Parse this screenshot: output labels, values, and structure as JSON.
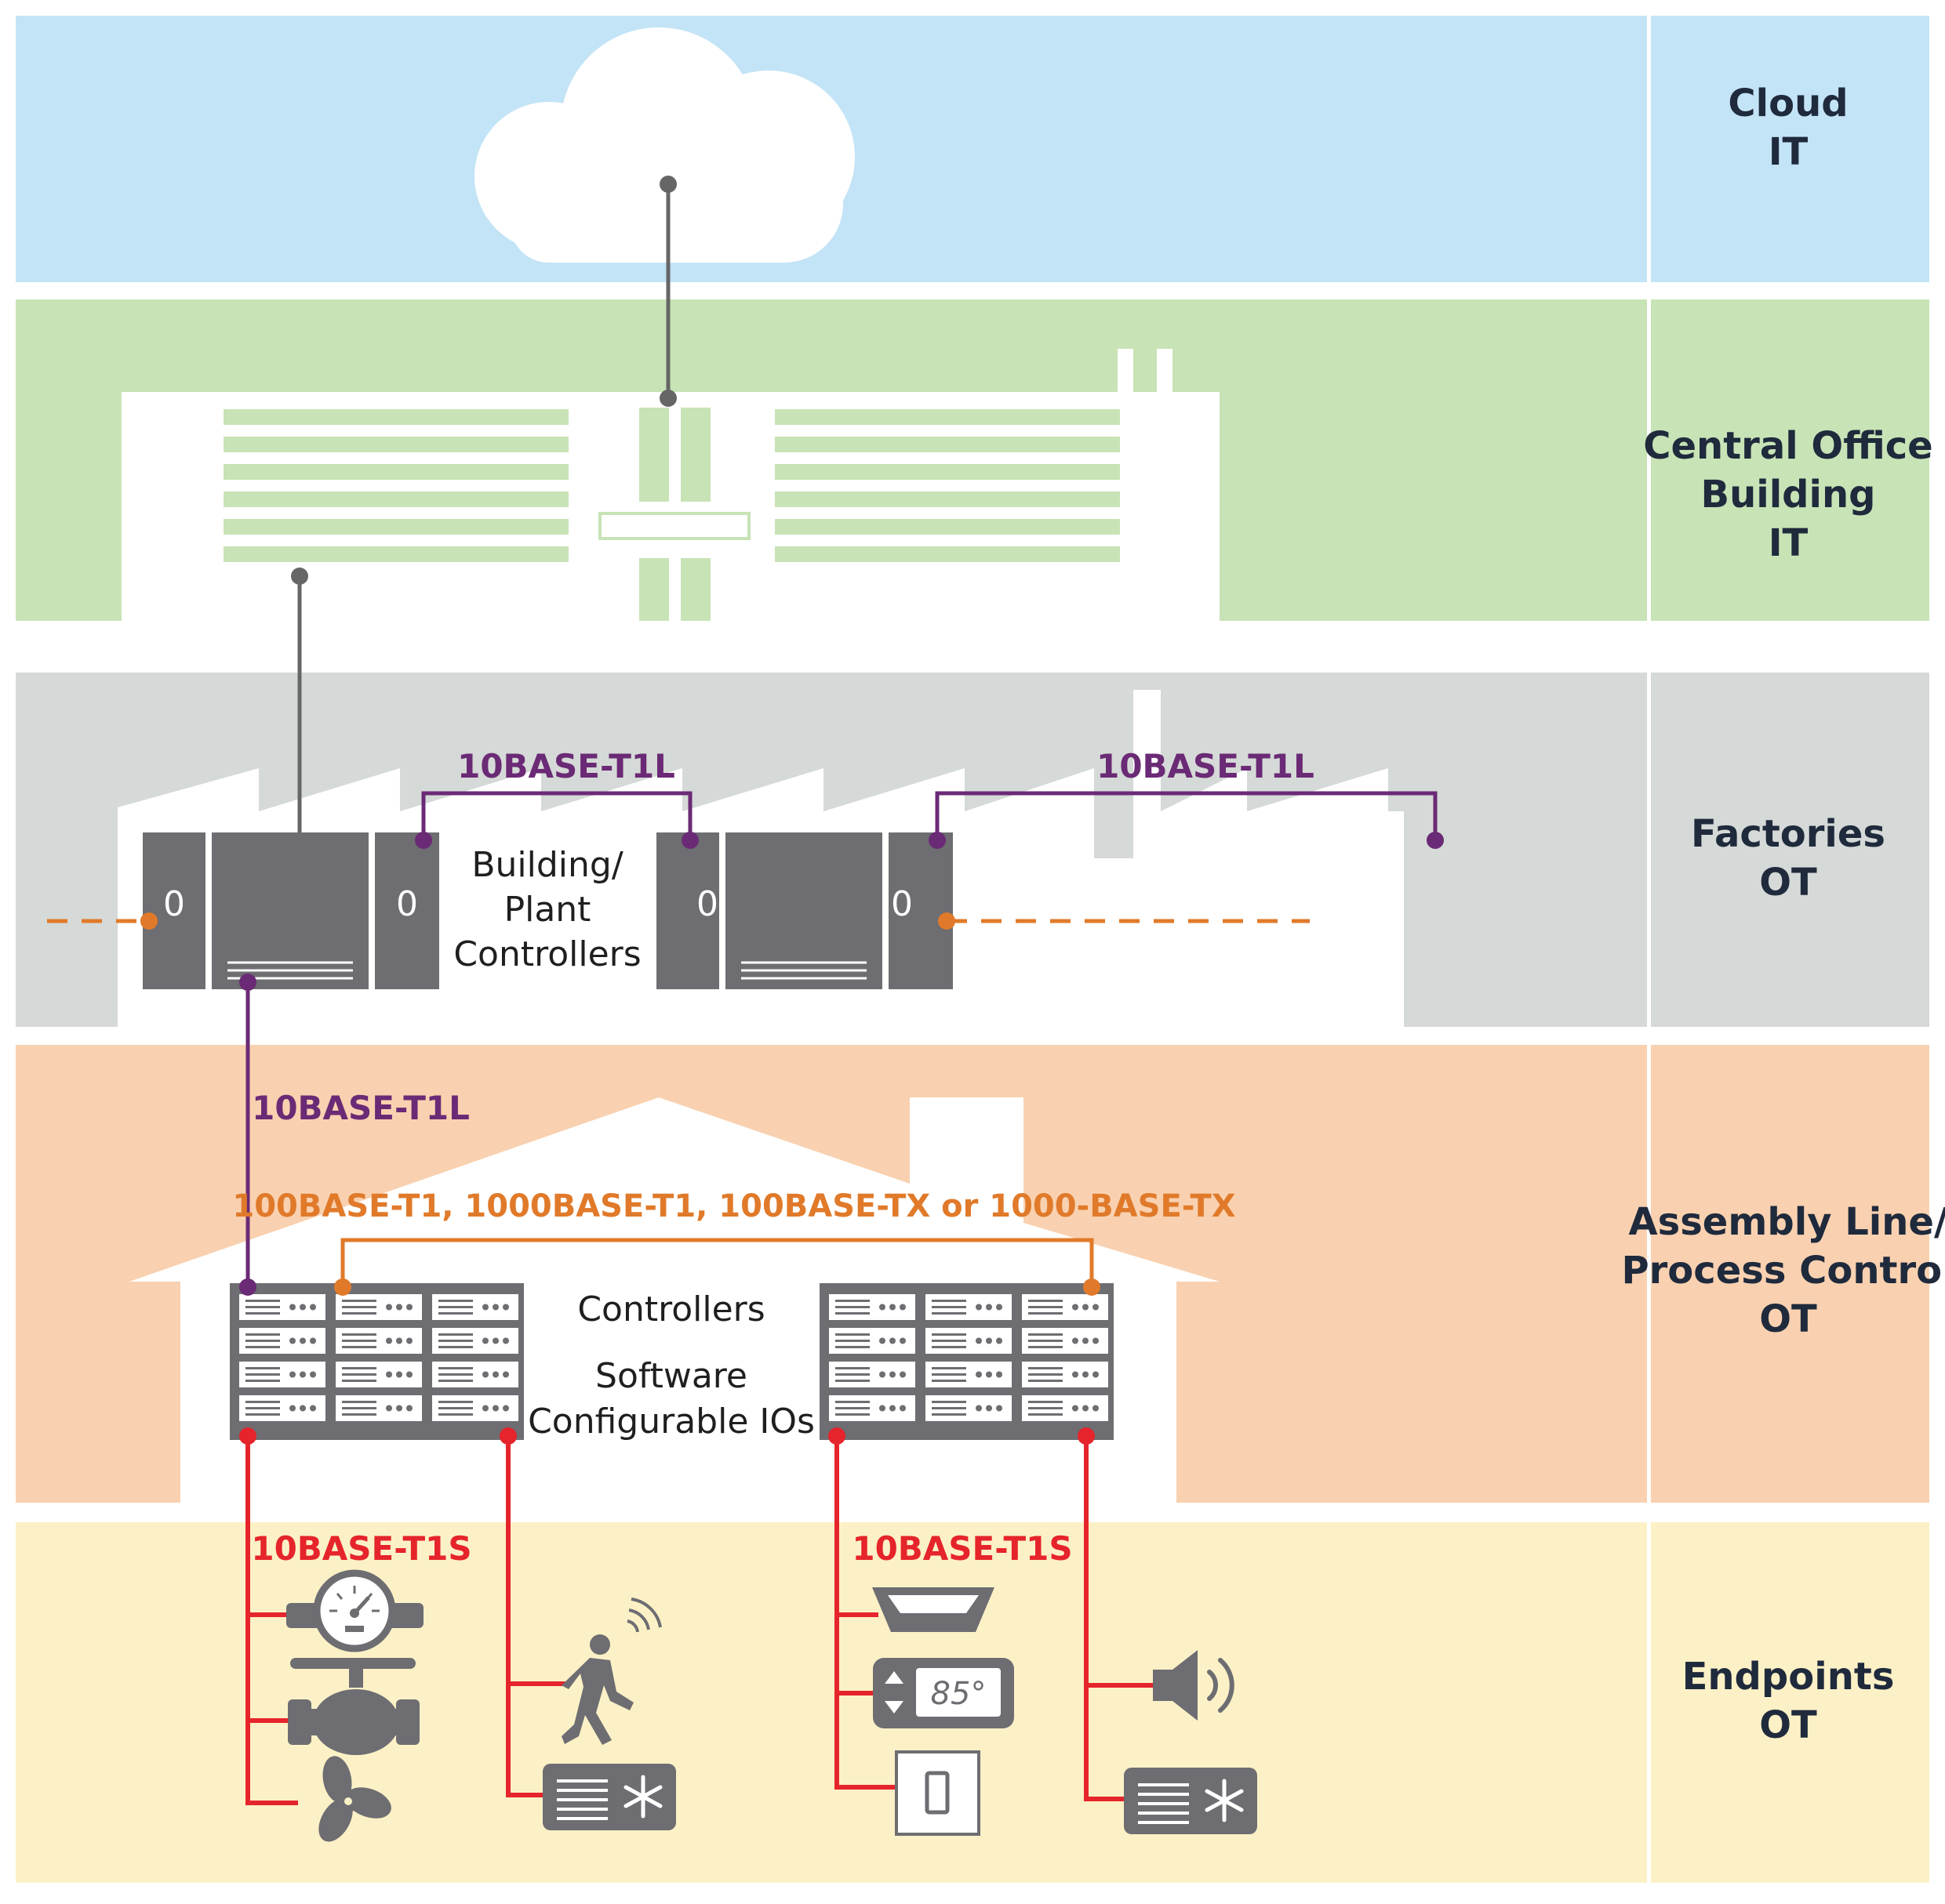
{
  "tiers": {
    "cloud": {
      "line1": "Cloud",
      "line2": "IT",
      "color": "#c3e4f6"
    },
    "office": {
      "line1": "Central Office",
      "line2": "Building",
      "line3": "IT",
      "color": "#c8e3b6"
    },
    "factories": {
      "line1": "Factories",
      "line2": "OT",
      "color": "#d5d9d7"
    },
    "assembly": {
      "line1": "Assembly Line/",
      "line2": "Process Control",
      "line3": "OT",
      "color": "#f9d1b0"
    },
    "endpoints": {
      "line1": "Endpoints",
      "line2": "OT",
      "color": "#fcf1c6"
    }
  },
  "networks": {
    "factory_link_left": "10BASE-T1L",
    "factory_link_right": "10BASE-T1L",
    "downlink": "10BASE-T1L",
    "controller_link": "100BASE-T1, 1000BASE-T1, 100BASE-TX or 1000-BASE-TX",
    "endpoint_left": "10BASE-T1S",
    "endpoint_right": "10BASE-T1S"
  },
  "labels": {
    "plant_controllers": {
      "line1": "Building/",
      "line2": "Plant",
      "line3": "Controllers"
    },
    "controllers": "Controllers",
    "software_io": {
      "line1": "Software",
      "line2": "Configurable IOs"
    },
    "panel_zero": "0",
    "thermostat_display": "85°"
  },
  "colors": {
    "t1l": "#6b2a75",
    "t1": "#e07a2a",
    "t1s": "#e5242b",
    "device": "#6d6d72",
    "connector": "#666666"
  }
}
